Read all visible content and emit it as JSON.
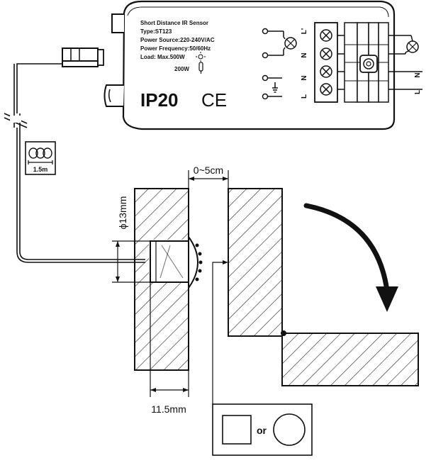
{
  "device": {
    "title": "Short Distance IR Sensor",
    "type": "Type:ST123",
    "power_source": "Power Source:220-240V/AC",
    "power_frequency": "Power Frequency:50/60Hz",
    "load": "Load: Max.500W",
    "led_load": "200W",
    "ip_rating": "IP20",
    "ce_mark": "CE"
  },
  "terminals": {
    "left": [
      "L'",
      "N",
      "N",
      "L"
    ],
    "right": [
      "N",
      "L"
    ]
  },
  "cable": {
    "length": "1.5m"
  },
  "dimensions": {
    "gap": "0~5cm",
    "diameter": "ϕ13mm",
    "depth": "11.5mm"
  },
  "mount_options": {
    "or_label": "or"
  }
}
